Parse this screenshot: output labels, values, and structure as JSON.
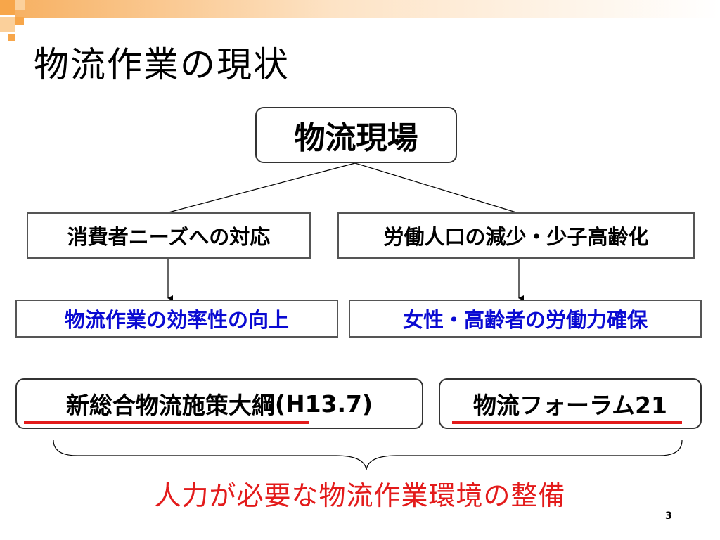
{
  "slide": {
    "title": "物流作業の現状",
    "page_number": "3"
  },
  "diagram": {
    "root": "物流現場",
    "factors": [
      "消費者ニーズへの対応",
      "労働人口の減少・少子高齢化"
    ],
    "goals": [
      "物流作業の効率性の向上",
      "女性・高齢者の労働力確保"
    ],
    "measures": [
      {
        "text": "新総合物流施策大綱",
        "suffix": "(H13.7)"
      },
      {
        "text": "物流フォーラム21",
        "suffix": ""
      }
    ],
    "conclusion": "人力が必要な物流作業環境の整備"
  },
  "colors": {
    "accent_orange": "#f7a64a",
    "goal_blue": "#0a0ad2",
    "highlight_red": "#e31b1b"
  }
}
